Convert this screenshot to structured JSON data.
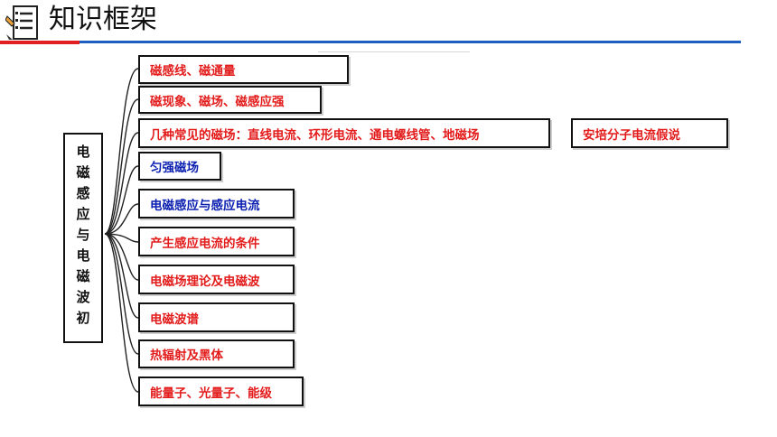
{
  "header": {
    "title": "知识框架",
    "icon": "checklist-icon",
    "accent_red": "#e02020",
    "accent_blue": "#1f5fbf"
  },
  "mindmap": {
    "root": "电磁感应与电磁波初",
    "branches": [
      {
        "label": "磁感线、磁通量",
        "color": "red"
      },
      {
        "label": "磁现象、磁场、磁感应强",
        "color": "red"
      },
      {
        "label": "几种常见的磁场：直线电流、环形电流、通电螺线管、地磁场",
        "color": "red"
      },
      {
        "label": "匀强磁场",
        "color": "blue"
      },
      {
        "label": "电磁感应与感应电流",
        "color": "blue"
      },
      {
        "label": "产生感应电流的条件",
        "color": "red"
      },
      {
        "label": "电磁场理论及电磁波",
        "color": "red"
      },
      {
        "label": "电磁波谱",
        "color": "red"
      },
      {
        "label": "热辐射及黑体",
        "color": "red"
      },
      {
        "label": "能量子、光量子、能级",
        "color": "red"
      }
    ],
    "side_note": {
      "label": "安培分子电流假说",
      "color": "red"
    }
  }
}
